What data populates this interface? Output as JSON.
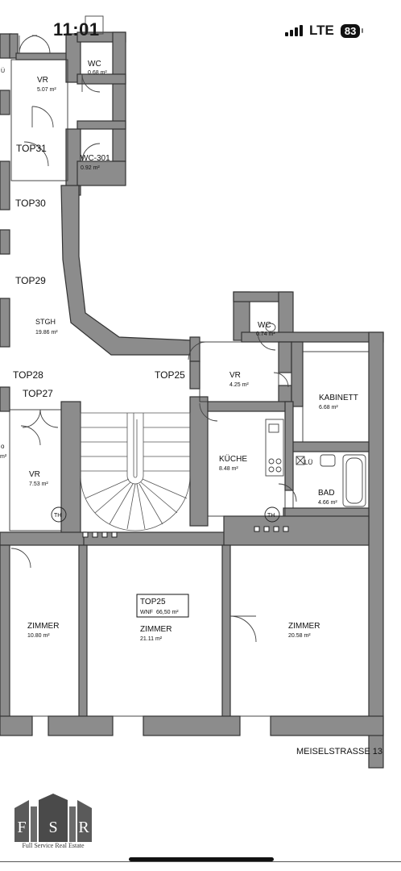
{
  "status_bar": {
    "time": "11:01",
    "network": "LTE",
    "battery": "83"
  },
  "plan": {
    "rooms": {
      "vr_top": {
        "name": "VR",
        "area": "5.07 m²"
      },
      "wc_top": {
        "name": "WC",
        "area": "0.68 m²"
      },
      "wc_301": {
        "name": "WC-301",
        "area": "0.92 m²"
      },
      "stgh": {
        "name": "STGH",
        "area": "19.86 m²"
      },
      "wc_mid": {
        "name": "WC",
        "area": "0.74 m²"
      },
      "vr_mid": {
        "name": "VR",
        "area": "4.25 m²"
      },
      "kabinett": {
        "name": "KABINETT",
        "area": "6.68 m²"
      },
      "kueche": {
        "name": "KÜCHE",
        "area": "8.48 m²"
      },
      "bad": {
        "name": "BAD",
        "area": "4.66 m²"
      },
      "vr_left": {
        "name": "VR",
        "area": "7.53 m²"
      },
      "zimmer_left": {
        "name": "ZIMMER",
        "area": "10.80 m²"
      },
      "zimmer_mid": {
        "name": "ZIMMER",
        "area": "21.11 m²"
      },
      "zimmer_right": {
        "name": "ZIMMER",
        "area": "20.58 m²"
      }
    },
    "unit_labels": {
      "top31": "TOP31",
      "top30": "TOP30",
      "top29": "TOP29",
      "top28": "TOP28",
      "top27": "TOP27",
      "top25": "TOP25"
    },
    "unit_box": {
      "title": "TOP25",
      "wnf_label": "WNF",
      "wnf_value": "66,50 m²"
    },
    "fixtures": {
      "lu": "LÜ",
      "th": "TH"
    },
    "fragments": {
      "left_u": "Ü",
      "left_m2": "m²",
      "left_o": "o"
    },
    "street": "MEISELSTRASSE 13"
  },
  "logo": {
    "l1": "F",
    "l2": "S",
    "l3": "R",
    "subtitle": "Full Service Real Estate"
  }
}
